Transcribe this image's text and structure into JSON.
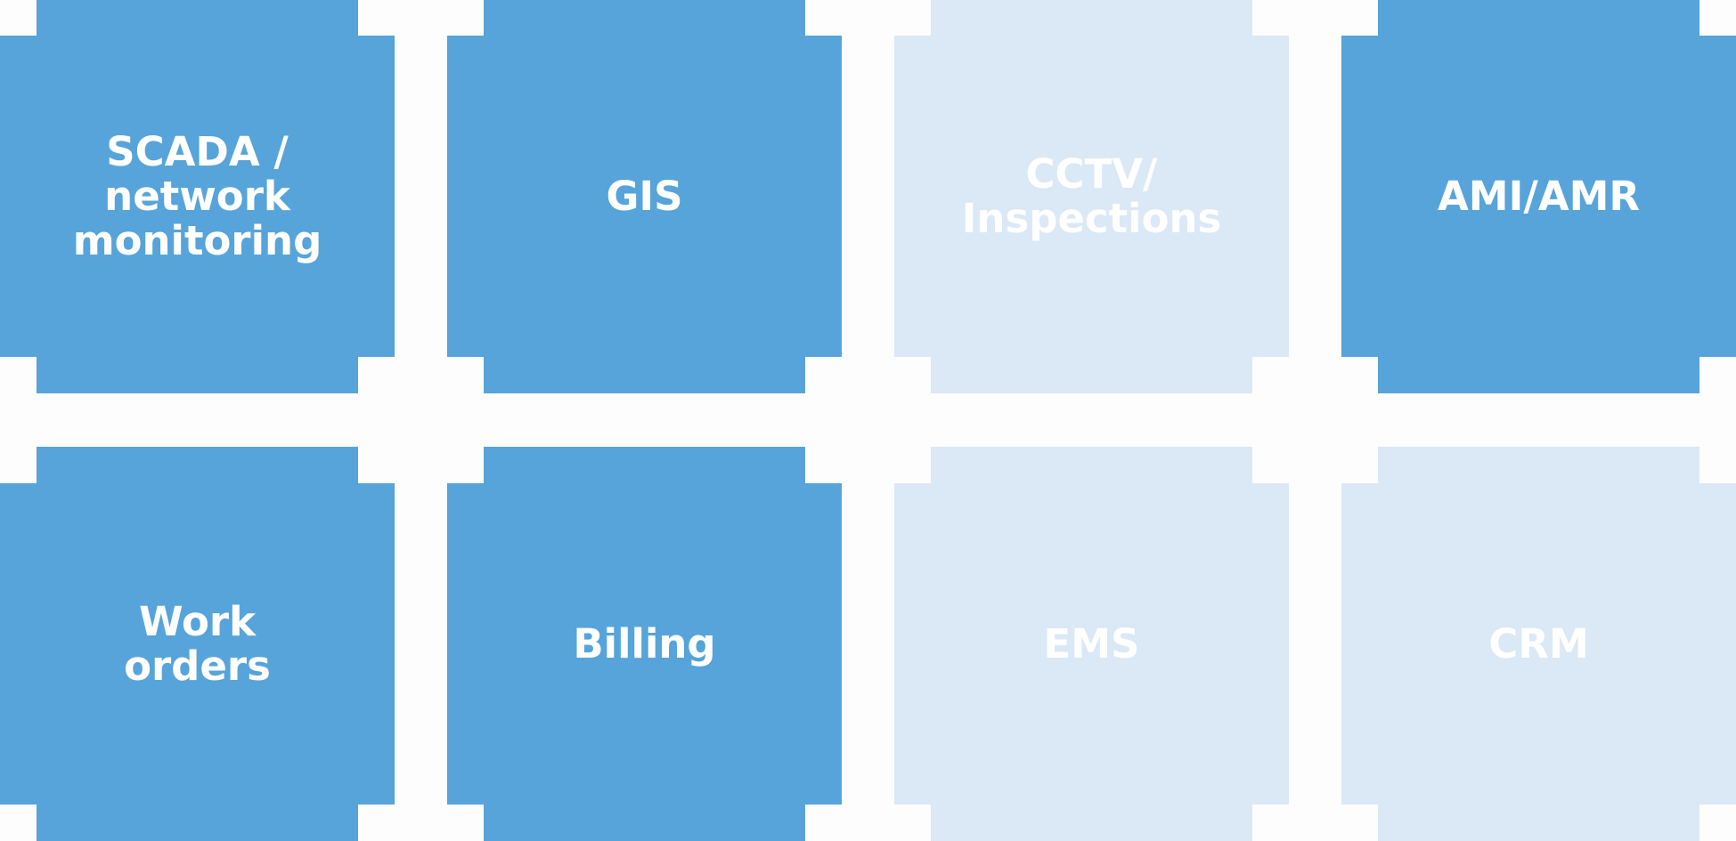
{
  "colors": {
    "active": "#56a4da",
    "inactive": "#dbe8f5",
    "text": "#ffffff",
    "background": "#fdfdfd"
  },
  "tiles": [
    {
      "label": "SCADA /\nnetwork\nmonitoring",
      "state": "active"
    },
    {
      "label": "GIS",
      "state": "active"
    },
    {
      "label": "CCTV/\nInspections",
      "state": "inactive"
    },
    {
      "label": "AMI/AMR",
      "state": "active"
    },
    {
      "label": "Work\norders",
      "state": "active"
    },
    {
      "label": "Billing",
      "state": "active"
    },
    {
      "label": "EMS",
      "state": "inactive"
    },
    {
      "label": "CRM",
      "state": "inactive"
    }
  ]
}
